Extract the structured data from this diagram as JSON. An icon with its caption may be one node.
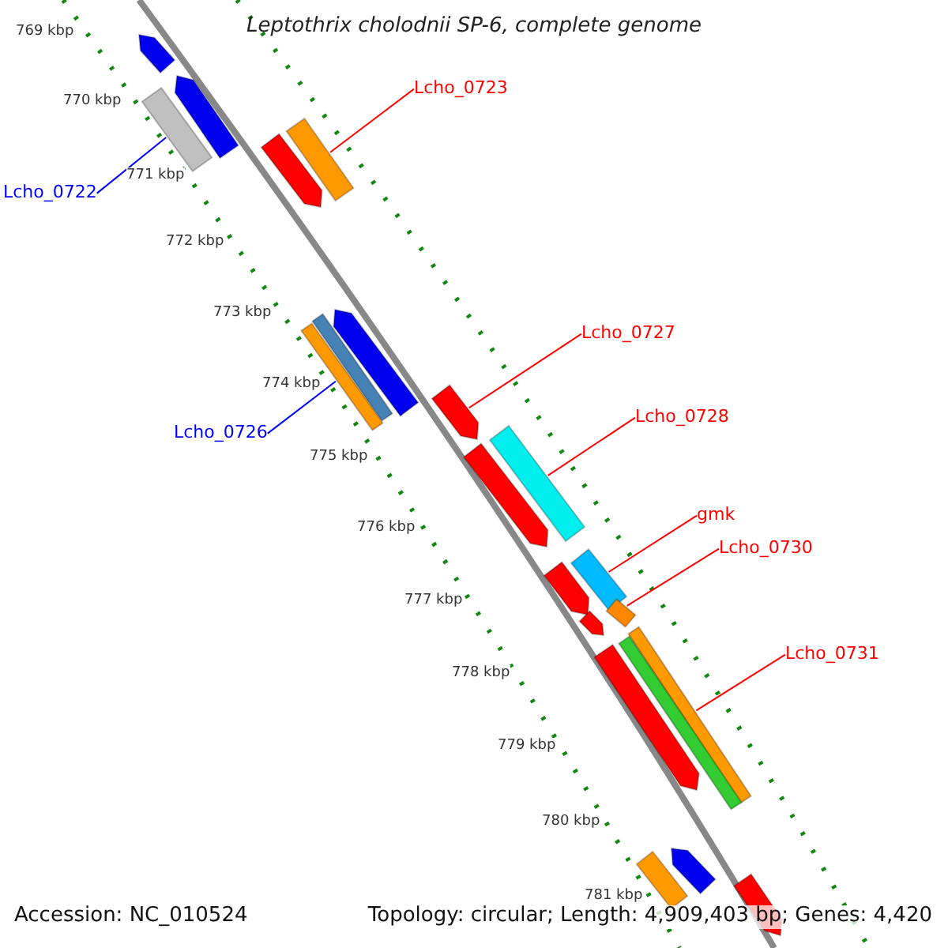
{
  "diagram": {
    "title": "Leptothrix cholodnii SP-6, complete genome",
    "nodes": [
      {
        "text": [],
        "shape": "arrow"
      },
      {
        "text": [],
        "shape": "arrow"
      },
      {
        "text": [
          "Lcho_0723"
        ]
      },
      {
        "text": [],
        "shape": "bar"
      },
      {
        "text": [],
        "shape": "bar"
      },
      {
        "text": [],
        "shape": "arrow"
      },
      {
        "text": [
          "Lcho_0722"
        ]
      },
      {
        "text": [],
        "shape": "arrow"
      },
      {
        "text": [],
        "shape": "bar"
      },
      {
        "text": [],
        "shape": "bar"
      },
      {
        "text": [
          "Lcho_0727"
        ]
      },
      {
        "text": [],
        "shape": "arrow"
      },
      {
        "text": [
          "Lcho_0728"
        ]
      },
      {
        "text": [
          "Lcho_0726"
        ]
      },
      {
        "text": [],
        "shape": "bar"
      },
      {
        "text": [],
        "shape": "arrow"
      },
      {
        "text": [
          "gmk"
        ]
      },
      {
        "text": [
          "Lcho_0730"
        ]
      },
      {
        "text": [],
        "shape": "bar"
      },
      {
        "text": [],
        "shape": "arrow"
      },
      {
        "text": [],
        "shape": "bar"
      },
      {
        "text": [],
        "shape": "arrow"
      },
      {
        "text": [],
        "shape": "bar"
      },
      {
        "text": [],
        "shape": "bar"
      },
      {
        "text": [],
        "shape": "arrow"
      },
      {
        "text": [
          "Lcho_0731"
        ]
      },
      {
        "text": [],
        "shape": "arrow"
      },
      {
        "text": [],
        "shape": "bar"
      },
      {
        "text": [],
        "shape": "arrow"
      }
    ],
    "edges": [
      {
        "from": 2,
        "to": 4,
        "arrow": "none",
        "color": "#ff0000"
      },
      {
        "from": 6,
        "to": 3,
        "arrow": "none",
        "color": "#0000ff"
      },
      {
        "from": 10,
        "to": 11,
        "arrow": "none",
        "color": "#ff0000"
      },
      {
        "from": 13,
        "to": 9,
        "arrow": "none",
        "color": "#0000ff"
      },
      {
        "from": 12,
        "to": 14,
        "arrow": "none",
        "color": "#ff0000"
      },
      {
        "from": 16,
        "to": 18,
        "arrow": "none",
        "color": "#ff0000"
      },
      {
        "from": 17,
        "to": 20,
        "arrow": "none",
        "color": "#ff0000"
      },
      {
        "from": 25,
        "to": 22,
        "arrow": "none",
        "color": "#ff0000"
      }
    ],
    "labels": [
      "769 kbp",
      "770 kbp",
      "771 kbp",
      "772 kbp",
      "773 kbp",
      "774 kbp",
      "775 kbp",
      "776 kbp",
      "777 kbp",
      "778 kbp",
      "779 kbp",
      "780 kbp",
      "781 kbp",
      "Accession: NC_010524",
      "Topology: circular; Length: 4,909,403 bp; Genes: 4,420"
    ]
  }
}
